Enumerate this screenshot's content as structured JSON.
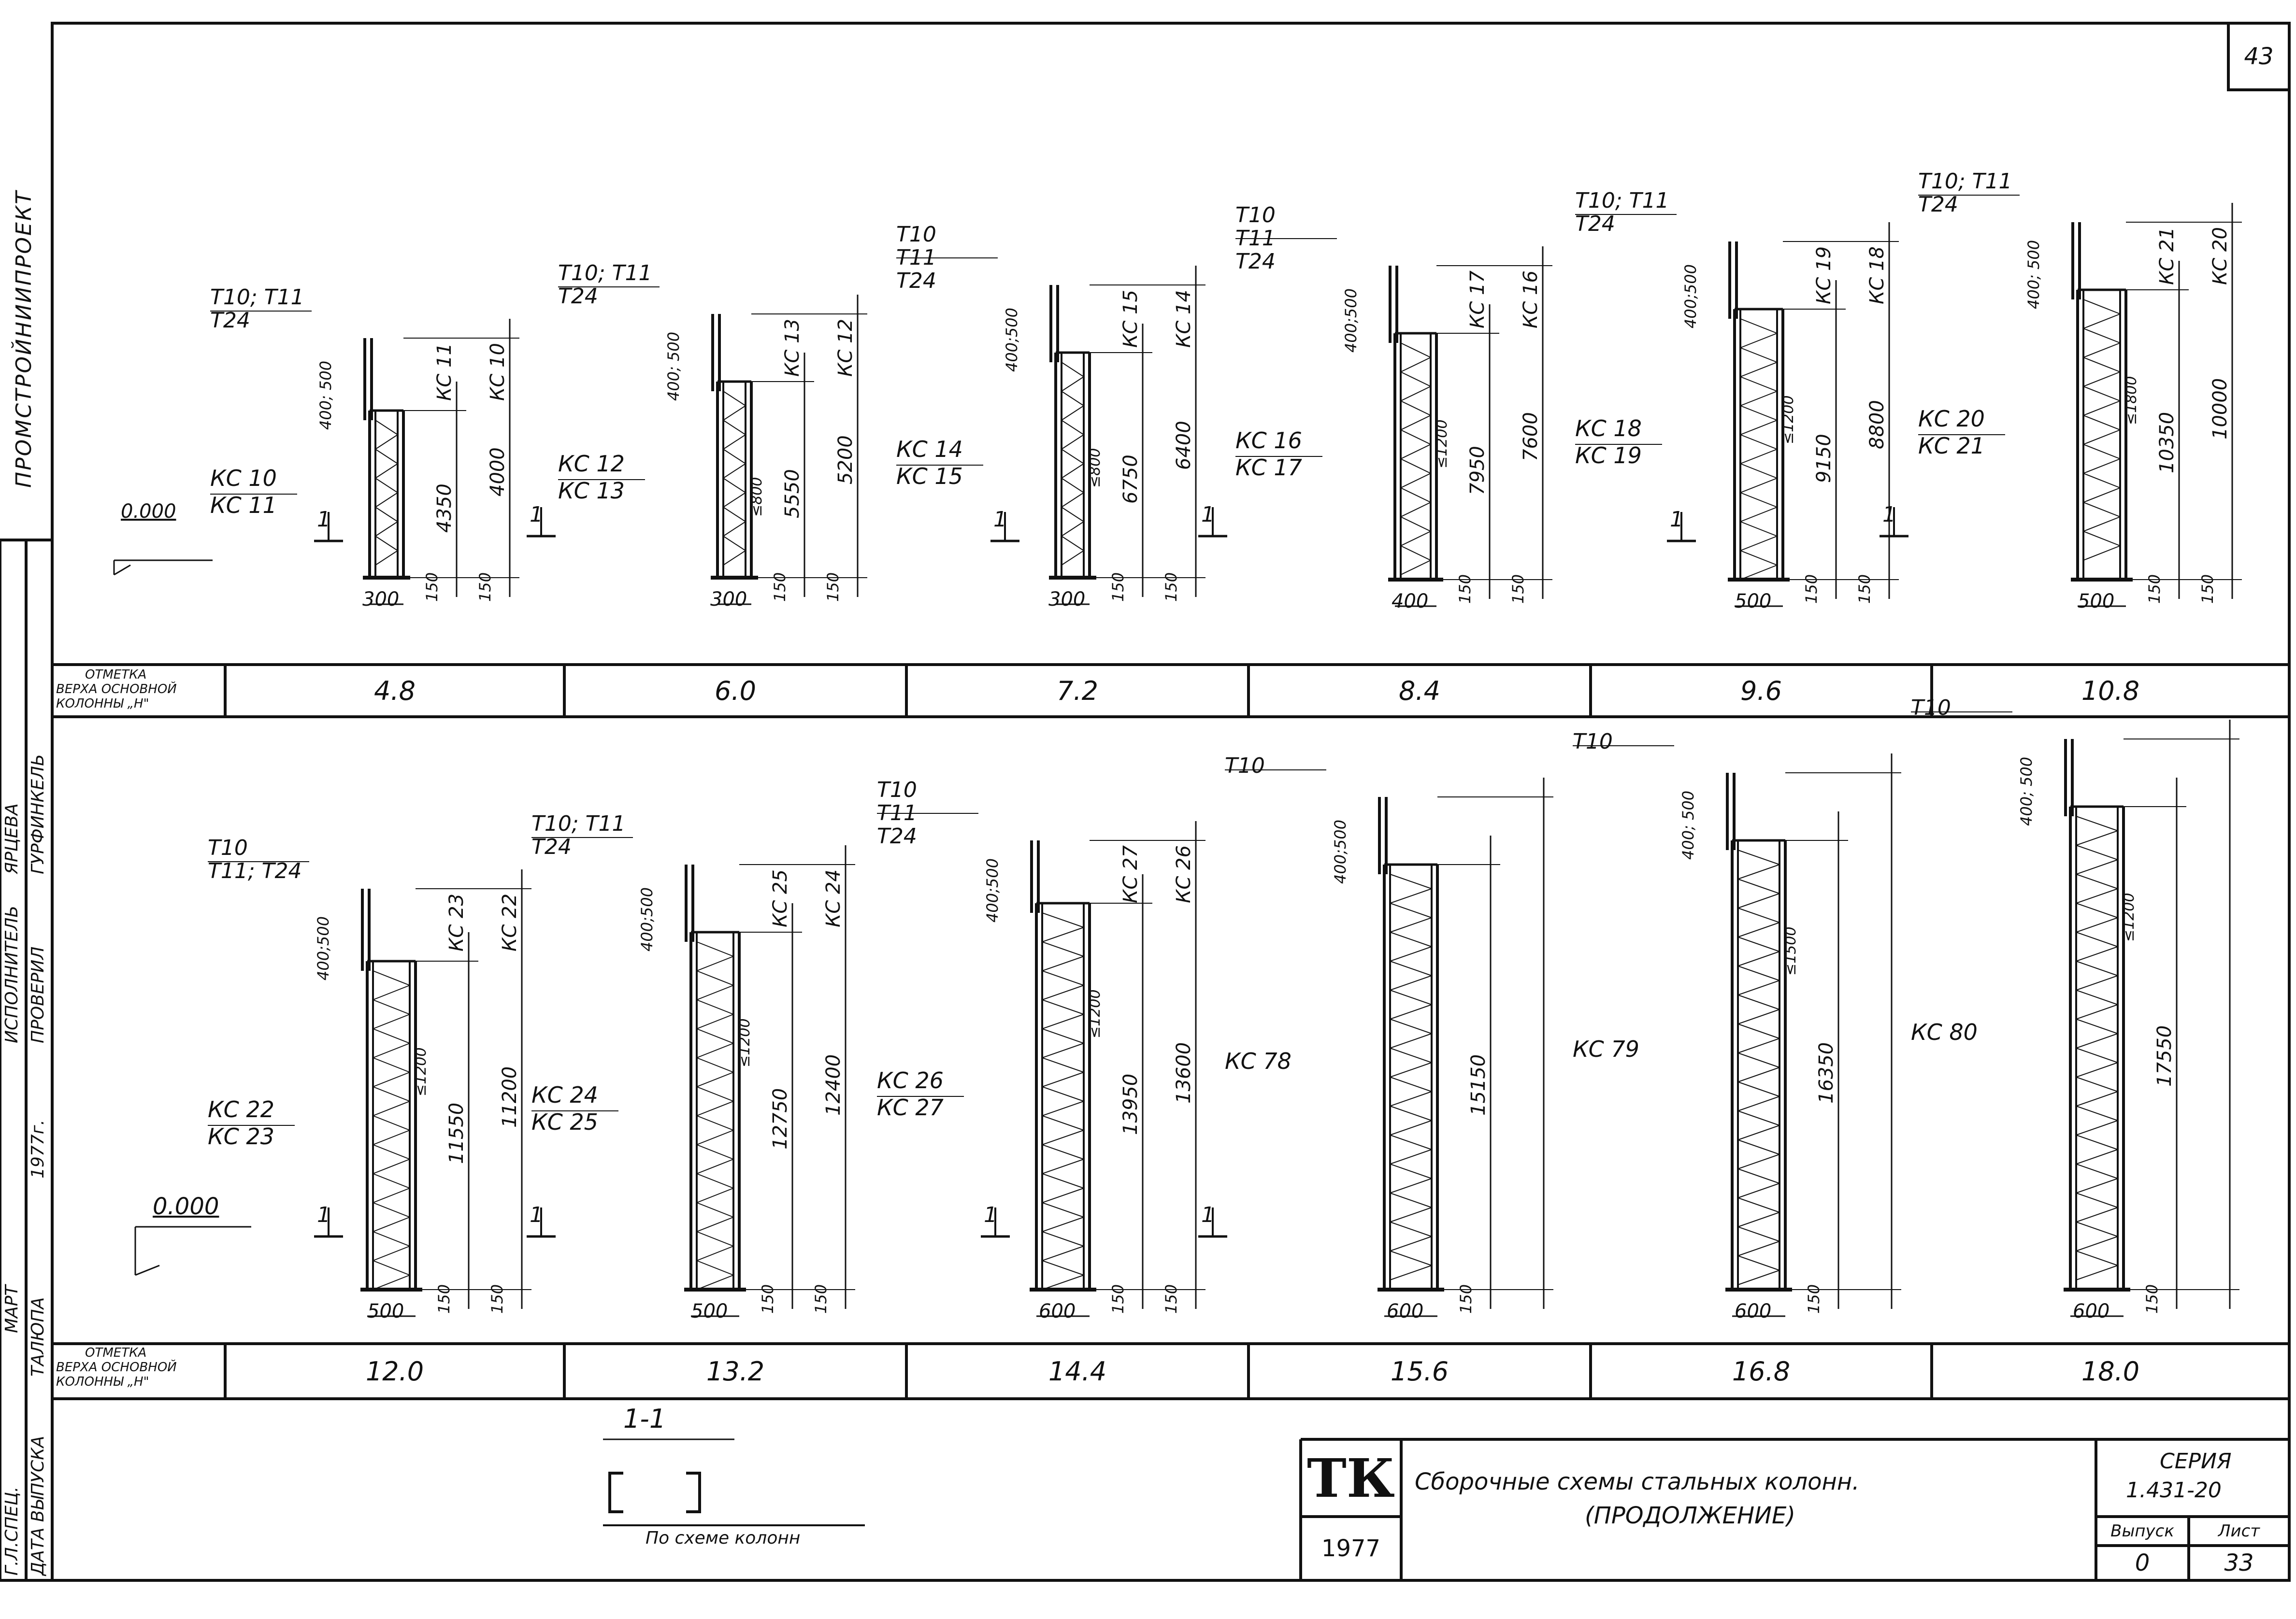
{
  "sheet": {
    "number": "43"
  },
  "side": {
    "org": "ПРОМСТРОЙНИИПРОЕКТ",
    "rows": [
      {
        "role": "Г.Л.СПЕЦ.",
        "name": "ТАЛЮПА"
      },
      {
        "role": "ИСПОЛНИТЕЛЬ",
        "name": "ГУРФИНКЕЛЬ"
      },
      {
        "role": "ПРОВЕРИЛ",
        "name": "ЯРЦЕВА"
      },
      {
        "role": "ДАТА ВЫПУСКА",
        "name": "МАРТ"
      },
      {
        "role": "",
        "name": "1977г."
      }
    ]
  },
  "row_label": {
    "line1": "ОТМЕТКА",
    "line2": "ВЕРХА ОСНОВНОЙ",
    "line3": "КОЛОННЫ „Н\""
  },
  "elevation_zero": "0.000",
  "top_row": [
    {
      "mark": "4.8",
      "tee": [
        "T10; T11",
        "T24"
      ],
      "kc": [
        "КС 10",
        "КС 11"
      ],
      "width": "300",
      "h1": "4350",
      "h2": "4000",
      "top1": "КС 11",
      "top2": "КС 10",
      "seg": "400; 500",
      "bottom": "150"
    },
    {
      "mark": "6.0",
      "tee": [
        "T10; T11",
        "T24"
      ],
      "kc": [
        "КС 12",
        "КС 13"
      ],
      "width": "300",
      "h1": "5550",
      "h2": "5200",
      "top1": "КС 13",
      "top2": "КС 12",
      "seg": "400; 500",
      "step": "≤800",
      "bottom": "150"
    },
    {
      "mark": "7.2",
      "tee": [
        "T10",
        "T11",
        "T24"
      ],
      "kc": [
        "КС 14",
        "КС 15"
      ],
      "width": "300",
      "h1": "6750",
      "h2": "6400",
      "top1": "КС 15",
      "top2": "КС 14",
      "seg": "400;500",
      "step": "≤800",
      "bottom": "150"
    },
    {
      "mark": "8.4",
      "tee": [
        "T10",
        "T11",
        "T24"
      ],
      "kc": [
        "КС 16",
        "КС 17"
      ],
      "width": "400",
      "h1": "7950",
      "h2": "7600",
      "top1": "КС 17",
      "top2": "КС 16",
      "seg": "400;500",
      "step": "≤1200",
      "bottom": "150"
    },
    {
      "mark": "9.6",
      "tee": [
        "T10; T11",
        "T24"
      ],
      "kc": [
        "КС 18",
        "КС 19"
      ],
      "width": "500",
      "h1": "9150",
      "h2": "8800",
      "top1": "КС 19",
      "top2": "КС 18",
      "seg": "400;500",
      "step": "≤1200",
      "bottom": "150"
    },
    {
      "mark": "10.8",
      "tee": [
        "T10; T11",
        "T24"
      ],
      "kc": [
        "КС 20",
        "КС 21"
      ],
      "width": "500",
      "h1": "10350",
      "h2": "10000",
      "top1": "КС 21",
      "top2": "КС 20",
      "seg": "400; 500",
      "step": "≤1800",
      "bottom": "150"
    }
  ],
  "bottom_row": [
    {
      "mark": "12.0",
      "tee": [
        "T10",
        "T11; T24"
      ],
      "kc": [
        "КС 22",
        "КС 23"
      ],
      "width": "500",
      "h1": "11550",
      "h2": "11200",
      "top1": "КС 23",
      "top2": "КС 22",
      "seg": "400;500",
      "step": "≤1200",
      "bottom": "150"
    },
    {
      "mark": "13.2",
      "tee": [
        "T10; T11",
        "T24"
      ],
      "kc": [
        "КС 24",
        "КС 25"
      ],
      "width": "500",
      "h1": "12750",
      "h2": "12400",
      "top1": "КС 25",
      "top2": "КС 24",
      "seg": "400;500",
      "step": "≤1200",
      "bottom": "150"
    },
    {
      "mark": "14.4",
      "tee": [
        "T10",
        "T11",
        "T24"
      ],
      "kc": [
        "КС 26",
        "КС 27"
      ],
      "width": "600",
      "h1": "13950",
      "h2": "13600",
      "top1": "КС 27",
      "top2": "КС 26",
      "seg": "400;500",
      "step": "≤1200",
      "bottom": "150"
    },
    {
      "mark": "15.6",
      "tee": [
        "T10"
      ],
      "kc": [
        "КС 78"
      ],
      "width": "600",
      "h1": "15150",
      "seg": "400;500",
      "bottom": "150"
    },
    {
      "mark": "16.8",
      "tee": [
        "T10"
      ],
      "kc": [
        "КС 79"
      ],
      "width": "600",
      "h1": "16350",
      "seg": "400; 500",
      "step": "≤1500",
      "bottom": "150"
    },
    {
      "mark": "18.0",
      "tee": [
        "T10"
      ],
      "kc": [
        "КС 80"
      ],
      "width": "600",
      "h1": "17550",
      "seg": "400; 500",
      "step": "≤1200",
      "bottom": "150"
    }
  ],
  "section": {
    "label": "1-1",
    "caption": "По схеме колонн",
    "cut": "1"
  },
  "stamp": {
    "logo": "ТК",
    "year": "1977",
    "title": "Сборочные схемы стальных колонн.",
    "subtitle": "(ПРОДОЛЖЕНИЕ)",
    "series_label": "СЕРИЯ",
    "series": "1.431-20",
    "issue_label": "Выпуск",
    "sheet_label": "Лист",
    "issue": "0",
    "sheet": "33"
  }
}
